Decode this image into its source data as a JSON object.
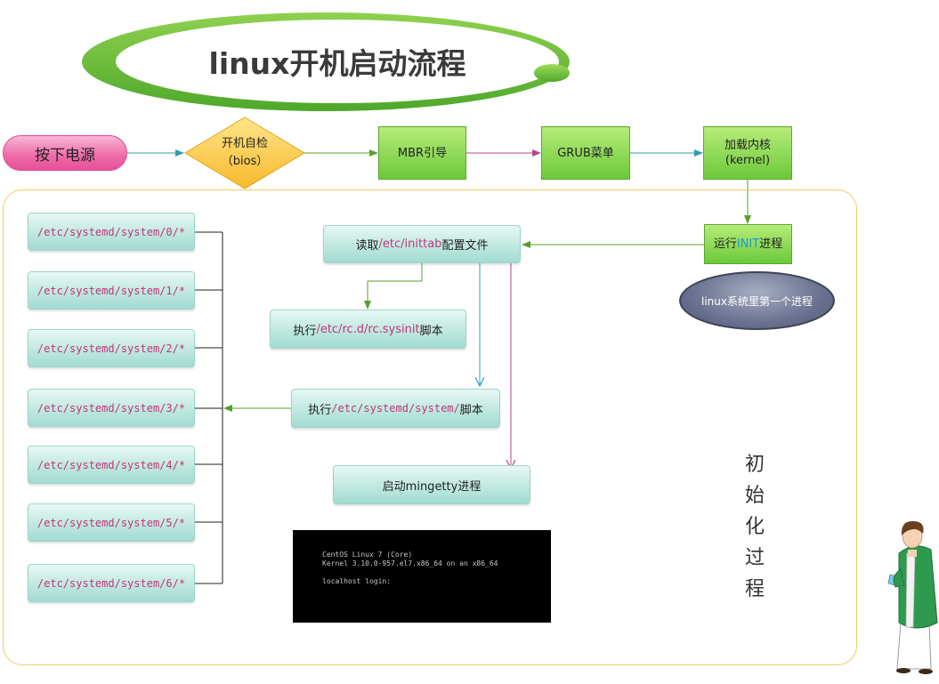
{
  "title": "linux开机启动流程",
  "top_flow": {
    "power": "按下电源",
    "bios_line1": "开机自检",
    "bios_line2": "（bios）",
    "mbr": "MBR引导",
    "grub": "GRUB菜单",
    "kernel_line1": "加载内核",
    "kernel_line2": "(kernel)"
  },
  "run_init": {
    "prefix": "运行",
    "highlight": "INIT",
    "suffix": "进程"
  },
  "first_process_note": "linux系统里第一个进程",
  "read_inittab": {
    "prefix": "读取",
    "path": "/etc/inittab",
    "suffix": "配置文件"
  },
  "exec_sysinit": {
    "prefix": "执行",
    "path": "/etc/rc.d/rc.sysinit",
    "suffix": "脚本"
  },
  "exec_systemd": {
    "prefix": "执行",
    "path": "/etc/systemd/system/",
    "suffix": "脚本"
  },
  "start_mingetty": "启动mingetty进程",
  "runlevels": [
    "/etc/systemd/system/0/*",
    "/etc/systemd/system/1/*",
    "/etc/systemd/system/2/*",
    "/etc/systemd/system/3/*",
    "/etc/systemd/system/4/*",
    "/etc/systemd/system/5/*",
    "/etc/systemd/system/6/*"
  ],
  "init_label": [
    "初",
    "始",
    "化",
    "过",
    "程"
  ],
  "terminal": {
    "line1": "CentOS Linux 7 (Core)",
    "line2": "Kernel 3.10.0-957.el7.x86_64 on an x86_64",
    "line3": "",
    "line4": "localhost login:"
  },
  "colors": {
    "green_arrow": "#5a9e2f",
    "teal_arrow": "#2f9bb0",
    "pink_arrow": "#b5468a",
    "blue_arrow": "#2a9fd6",
    "frame": "#f0cc66"
  }
}
